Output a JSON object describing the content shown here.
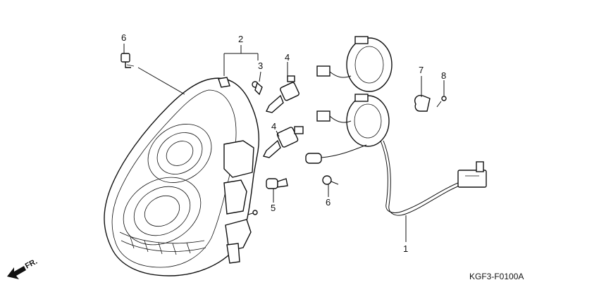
{
  "diagram": {
    "diagram_code": "KGF3-F0100A",
    "direction_label": "FR.",
    "callouts": [
      {
        "id": "c1",
        "label": "1"
      },
      {
        "id": "c2",
        "label": "2"
      },
      {
        "id": "c3",
        "label": "3"
      },
      {
        "id": "c4a",
        "label": "4"
      },
      {
        "id": "c4b",
        "label": "4"
      },
      {
        "id": "c5",
        "label": "5"
      },
      {
        "id": "c6a",
        "label": "6"
      },
      {
        "id": "c6b",
        "label": "6"
      },
      {
        "id": "c7",
        "label": "7"
      },
      {
        "id": "c8",
        "label": "8"
      }
    ]
  }
}
